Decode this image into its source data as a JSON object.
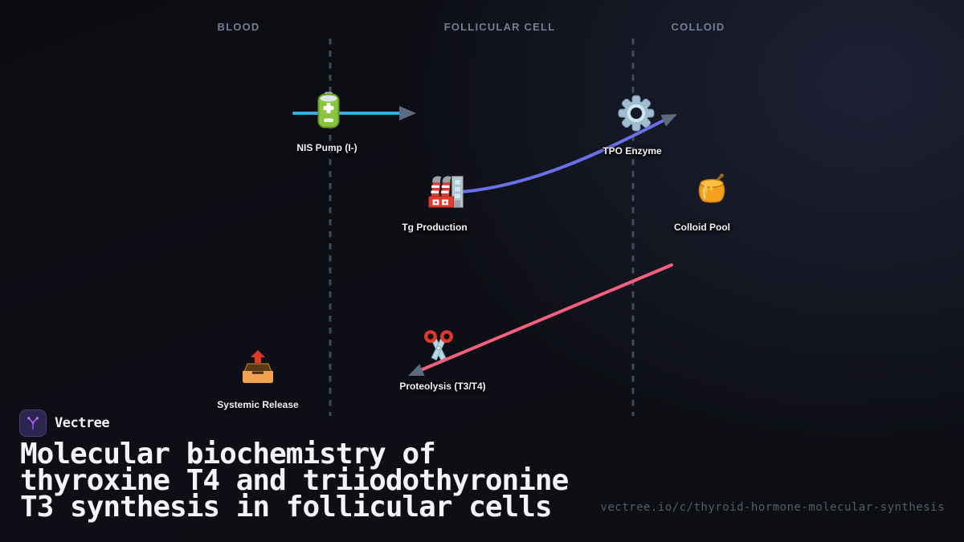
{
  "lanes": [
    {
      "label": "BLOOD"
    },
    {
      "label": "FOLLICULAR CELL"
    },
    {
      "label": "COLLOID"
    }
  ],
  "nodes": [
    {
      "id": "nis-pump",
      "label": "NIS Pump (I-)",
      "icon": "battery-icon"
    },
    {
      "id": "tg-production",
      "label": "Tg Production",
      "icon": "factory-icon"
    },
    {
      "id": "tpo-enzyme",
      "label": "TPO Enzyme",
      "icon": "gear-icon"
    },
    {
      "id": "colloid-pool",
      "label": "Colloid Pool",
      "icon": "honey-pot-icon"
    },
    {
      "id": "proteolysis",
      "label": "Proteolysis (T3/T4)",
      "icon": "scissors-icon"
    },
    {
      "id": "systemic-release",
      "label": "Systemic Release",
      "icon": "outbox-tray-icon"
    }
  ],
  "edges": [
    {
      "id": "blood-to-nis-pump",
      "color": "#3fa9e8"
    },
    {
      "id": "tg-production-to-tpo-enzyme",
      "color": "#6b6fe8"
    },
    {
      "id": "colloid-pool-to-proteolysis",
      "color": "#f4607e"
    }
  ],
  "colors": {
    "arrowhead": "#5d6b80",
    "lane_divider": "#46566c"
  },
  "brand": {
    "name": "Vectree"
  },
  "title": {
    "lines": [
      "Molecular biochemistry of",
      "thyroxine T4 and triiodothyronine",
      "T3 synthesis in follicular cells"
    ]
  },
  "footer": {
    "url": "vectree.io/c/thyroid-hormone-molecular-synthesis"
  }
}
